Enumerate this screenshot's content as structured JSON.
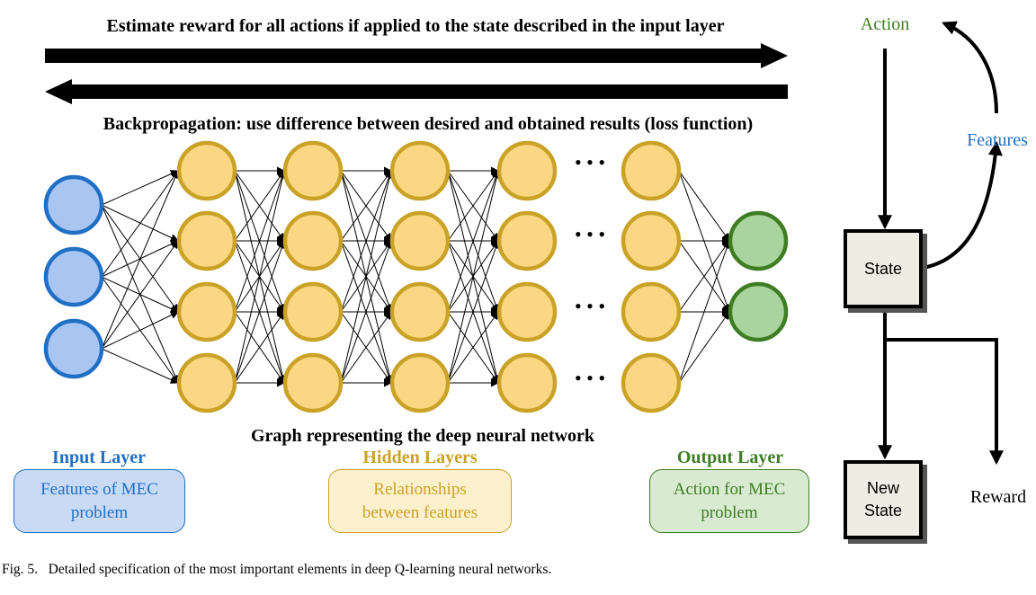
{
  "top_arrow_label": "Estimate reward for all actions if applied to the state described in the input layer",
  "bottom_arrow_label": "Backpropagation: use difference between desired and obtained results (loss function)",
  "network_caption": "Graph representing the deep neural network",
  "layers": {
    "input": {
      "title": "Input Layer",
      "desc_line1": "Features of MEC",
      "desc_line2": "problem",
      "color": "#1f6fc5",
      "node_fill": "#a9c6f2"
    },
    "hidden": {
      "title": "Hidden Layers",
      "desc_line1": "Relationships",
      "desc_line2": "between features",
      "color": "#c9a227",
      "node_fill": "#fcd783"
    },
    "output": {
      "title": "Output Layer",
      "desc_line1": "Action for MEC",
      "desc_line2": "problem",
      "color": "#3e7d24",
      "node_fill": "#a8d59d"
    }
  },
  "dots": "• • •",
  "rl_loop": {
    "action": "Action",
    "features": "Features",
    "state": "State",
    "new_state_line1": "New",
    "new_state_line2": "State",
    "reward": "Reward",
    "action_color": "#3e7d24",
    "features_color": "#1f6fc5"
  },
  "caption": "Fig. 5.   Detailed specification of the most important elements in deep Q-learning neural networks."
}
